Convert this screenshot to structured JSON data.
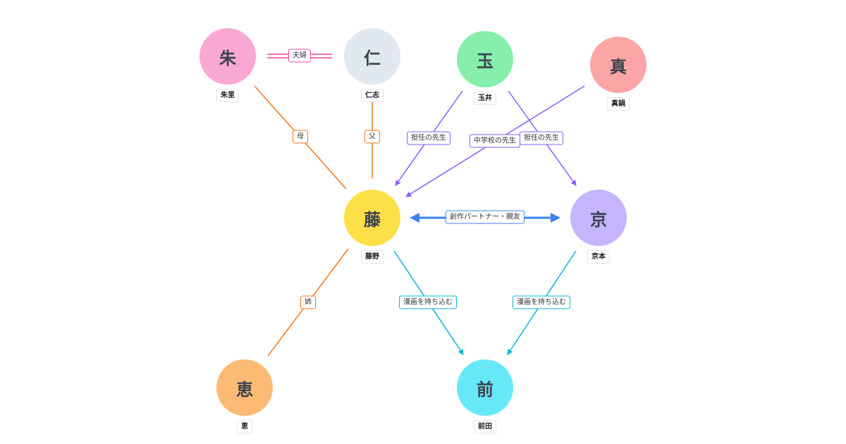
{
  "nodes": {
    "akari": {
      "glyph": "朱",
      "name": "朱里",
      "color": "#f9a8d4"
    },
    "jin": {
      "glyph": "仁",
      "name": "仁志",
      "color": "#e2e8f0"
    },
    "tama": {
      "glyph": "玉",
      "name": "玉井",
      "color": "#86efac"
    },
    "ma": {
      "glyph": "真",
      "name": "真鍋",
      "color": "#fca5a5"
    },
    "fuji": {
      "glyph": "藤",
      "name": "藤野",
      "color": "#fde047"
    },
    "kyo": {
      "glyph": "京",
      "name": "京本",
      "color": "#c4b5fd"
    },
    "megumi": {
      "glyph": "恵",
      "name": "恵",
      "color": "#fdba74"
    },
    "mae": {
      "glyph": "前",
      "name": "前田",
      "color": "#67e8f9"
    }
  },
  "edges": {
    "spouses": {
      "label": "夫婦",
      "color": "#ec4899"
    },
    "mother": {
      "label": "母",
      "color": "#f97316"
    },
    "father": {
      "label": "父",
      "color": "#f97316"
    },
    "sister": {
      "label": "姉",
      "color": "#f97316"
    },
    "teacher_fuji": {
      "label": "担任の先生",
      "color": "#8b5cf6"
    },
    "teacher_kyo": {
      "label": "担任の先生",
      "color": "#8b5cf6"
    },
    "middle_school": {
      "label": "中学校の先生",
      "color": "#8b5cf6"
    },
    "partner": {
      "label": "創作パートナー・親友",
      "color": "#3b82f6"
    },
    "manga_fuji": {
      "label": "漫画を持ち込む",
      "color": "#06b6d4"
    },
    "manga_kyo": {
      "label": "漫画を持ち込む",
      "color": "#06b6d4"
    }
  }
}
